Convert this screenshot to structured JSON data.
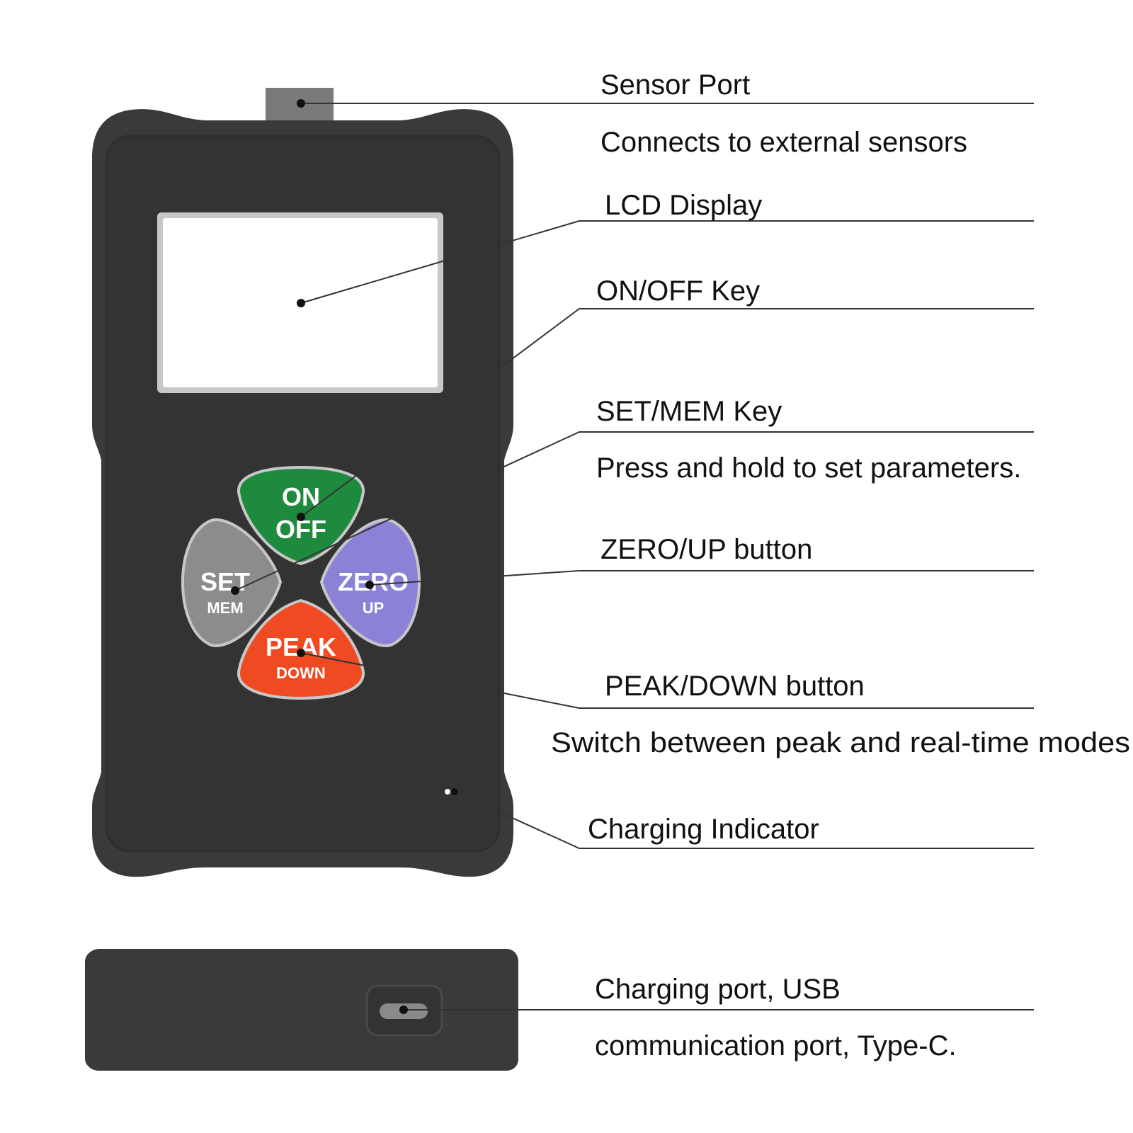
{
  "device": {
    "keys": {
      "on_off": {
        "main": "ON",
        "sub": "OFF",
        "color": "#1e8a3e"
      },
      "set_mem": {
        "main": "SET",
        "sub": "MEM",
        "color": "#8c8c8c"
      },
      "zero_up": {
        "main": "ZERO",
        "sub": "UP",
        "color": "#8b82d8"
      },
      "peak_down": {
        "main": "PEAK",
        "sub": "DOWN",
        "color": "#ef4a22"
      }
    },
    "body_color": "#3a3a3a",
    "face_color": "#333333",
    "screen_color": "#ffffff"
  },
  "callouts": {
    "sensor_port": {
      "title": "Sensor Port",
      "desc": "Connects to external sensors"
    },
    "lcd_display": {
      "title": "LCD Display"
    },
    "on_off_key": {
      "title": "ON/OFF Key"
    },
    "set_mem_key": {
      "title": "SET/MEM Key",
      "desc": "Press and hold to set parameters."
    },
    "zero_up_button": {
      "title": "ZERO/UP button"
    },
    "peak_down_button": {
      "title": "PEAK/DOWN button",
      "desc": "Switch between peak and real-time modes"
    },
    "charging_indicator": {
      "title": "Charging Indicator"
    },
    "charging_port": {
      "title": "Charging port, USB",
      "desc": "communication port, Type-C."
    }
  }
}
